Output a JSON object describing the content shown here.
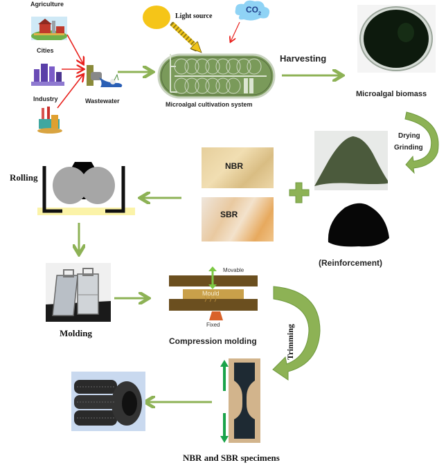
{
  "sources": {
    "agriculture": "Agriculture",
    "cities": "Cities",
    "industry": "Industry",
    "wastewater": "Wastewater"
  },
  "cultivation": {
    "light_source": "Light source",
    "co2": "CO",
    "co2_sub": "2",
    "system_label": "Microalgal cultivation system"
  },
  "harvest": {
    "arrow_label": "Harvesting",
    "biomass_label": "Microalgal biomass"
  },
  "processing": {
    "drying": "Drying",
    "grinding": "Grinding",
    "reinforcement": "(Reinforcement)"
  },
  "rubbers": {
    "nbr": "NBR",
    "sbr": "SBR"
  },
  "rolling": {
    "label": "Rolling"
  },
  "molding": {
    "label": "Molding"
  },
  "compression": {
    "movable": "Movable",
    "mould": "Mould",
    "fixed": "Fixed",
    "label": "Compression molding"
  },
  "trimming": {
    "label": "Trimming"
  },
  "specimens": {
    "label": "NBR and SBR specimens"
  },
  "colors": {
    "arrow_green": "#8db255",
    "red_arrow": "#e8201c",
    "tank_green": "#7a9a5a",
    "press_brown": "#6b4f1f",
    "mould_gold": "#c9a04a",
    "heater_orange": "#d9622a",
    "specimen_arrow": "#1aa34a"
  }
}
